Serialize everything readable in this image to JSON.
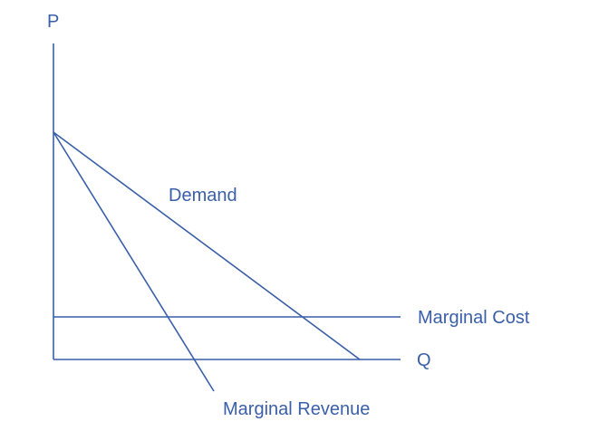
{
  "colors": {
    "line": "#3a5fa8",
    "text": "#3a5fa8",
    "background": "#ffffff"
  },
  "axes": {
    "y_label": "P",
    "x_label": "Q"
  },
  "curves": {
    "demand": "Demand",
    "marginal_cost": "Marginal Cost",
    "marginal_revenue": "Marginal Revenue"
  }
}
